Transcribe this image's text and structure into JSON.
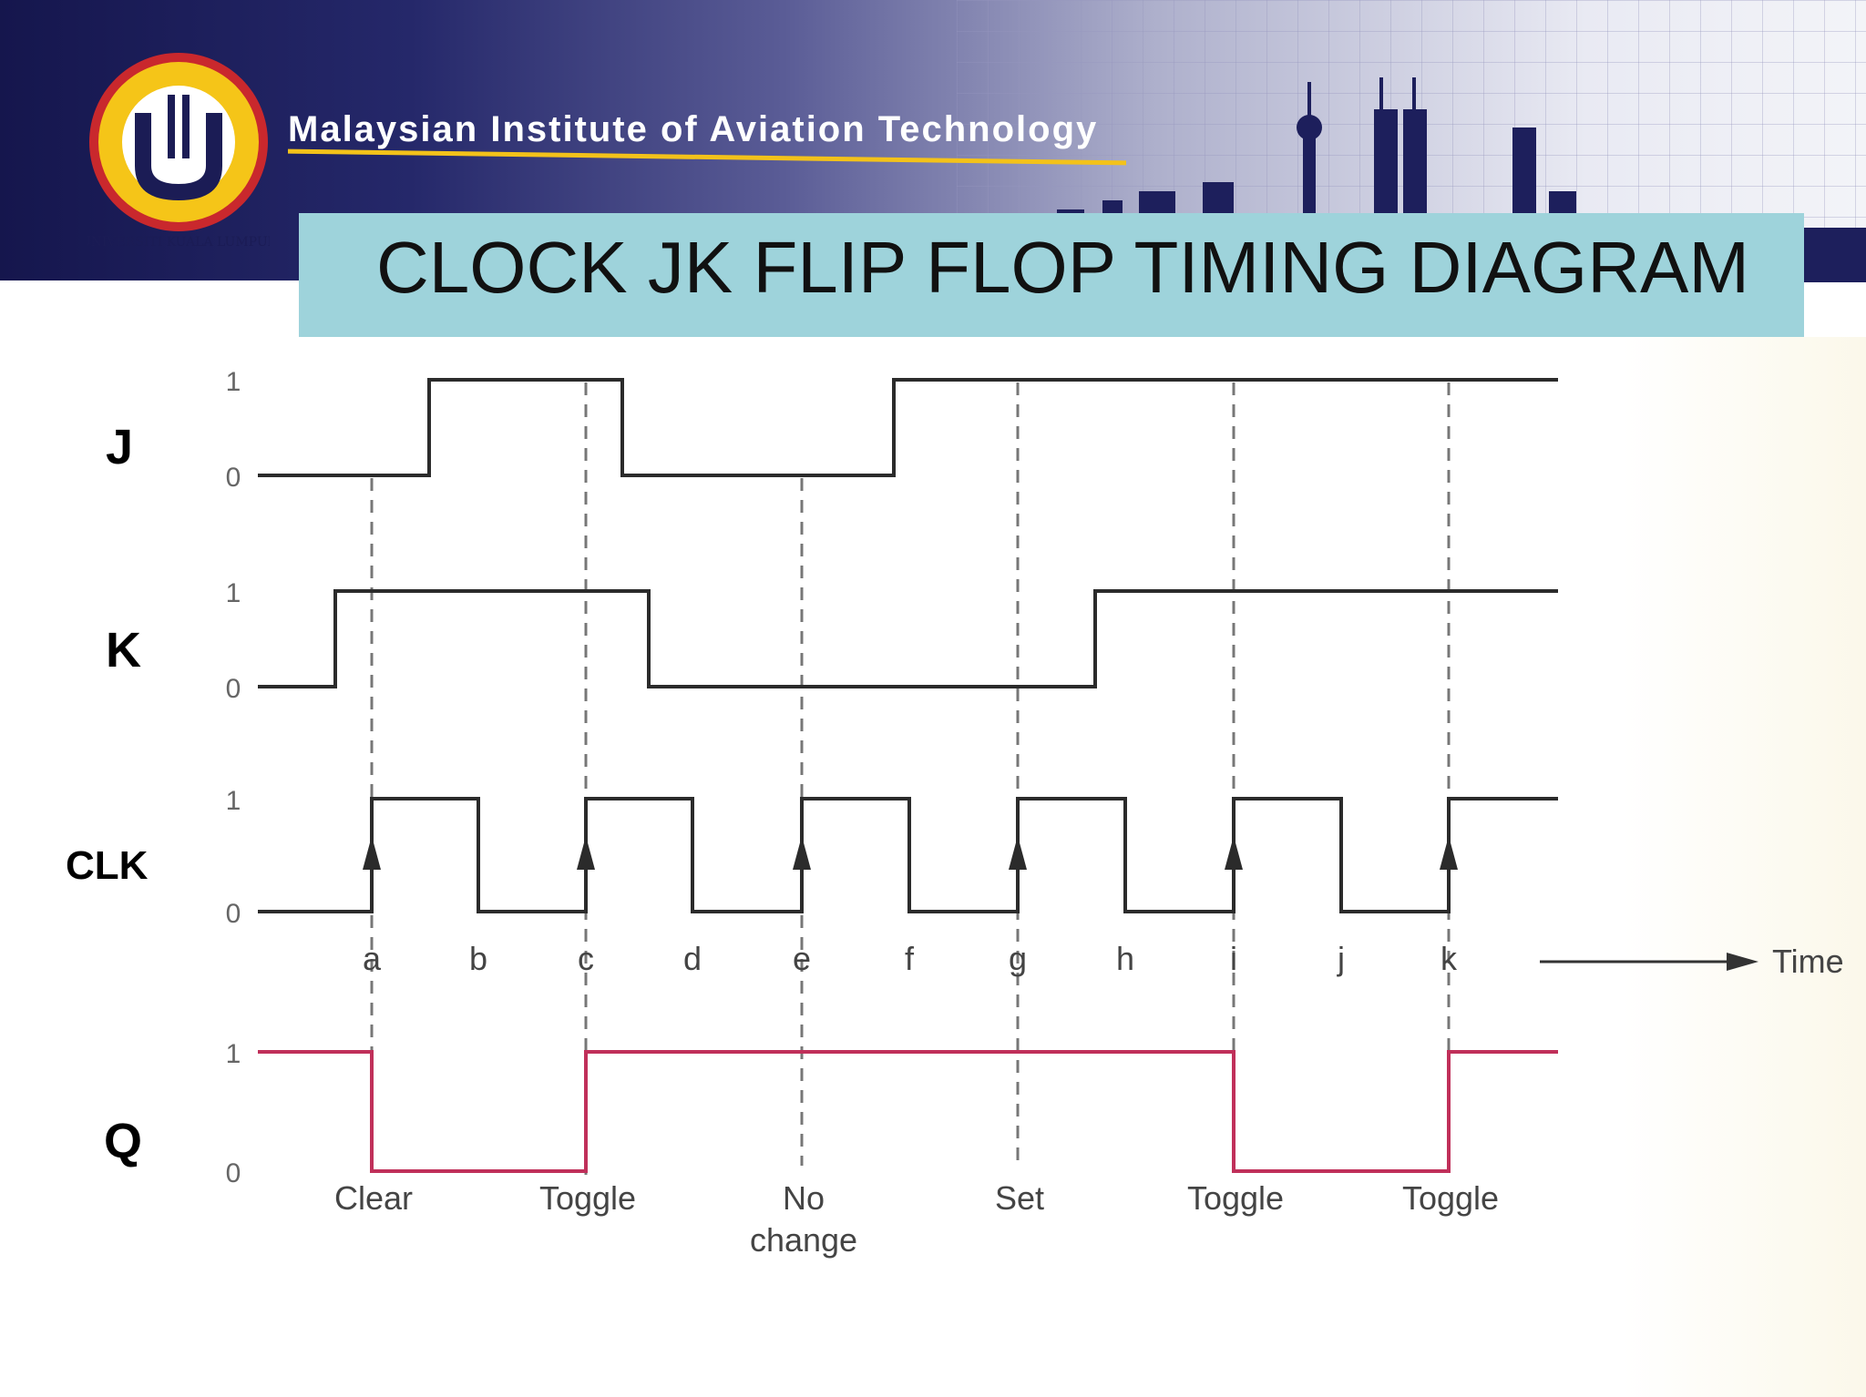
{
  "header": {
    "institute_name": "Malaysian Institute of Aviation Technology",
    "logo_text": "UNIVERSITI KUALA LUMPUR",
    "title": "CLOCK JK FLIP FLOP TIMING DIAGRAM",
    "colors": {
      "banner_dark": "#1b1c55",
      "title_bar": "#9ed3db",
      "underline": "#f3c21a"
    }
  },
  "signals": [
    {
      "name": "J",
      "levels": [
        0,
        1,
        1,
        0,
        0,
        1,
        1,
        1,
        1,
        1,
        1,
        1
      ]
    },
    {
      "name": "K",
      "levels": [
        0,
        1,
        1,
        1,
        0,
        0,
        0,
        0,
        0,
        1,
        1,
        1
      ]
    },
    {
      "name": "CLK",
      "levels": [
        0,
        1,
        0,
        1,
        0,
        1,
        0,
        1,
        0,
        1,
        0,
        1
      ]
    },
    {
      "name": "Q",
      "levels": [
        1,
        0,
        0,
        1,
        1,
        1,
        1,
        1,
        1,
        0,
        0,
        1
      ]
    }
  ],
  "level_labels": [
    "1",
    "0"
  ],
  "clock_points": [
    "a",
    "b",
    "c",
    "d",
    "e",
    "f",
    "g",
    "h",
    "i",
    "j",
    "k"
  ],
  "time_label": "Time",
  "events": [
    {
      "point": "a",
      "label": [
        "Clear"
      ]
    },
    {
      "point": "c",
      "label": [
        "Toggle"
      ]
    },
    {
      "point": "e",
      "label": [
        "No",
        "change"
      ]
    },
    {
      "point": "g",
      "label": [
        "Set"
      ]
    },
    {
      "point": "i",
      "label": [
        "Toggle"
      ]
    },
    {
      "point": "k",
      "label": [
        "Toggle"
      ]
    }
  ],
  "colors": {
    "trace": "#2b2b2b",
    "q_trace": "#c0305a",
    "label": "#444444"
  }
}
